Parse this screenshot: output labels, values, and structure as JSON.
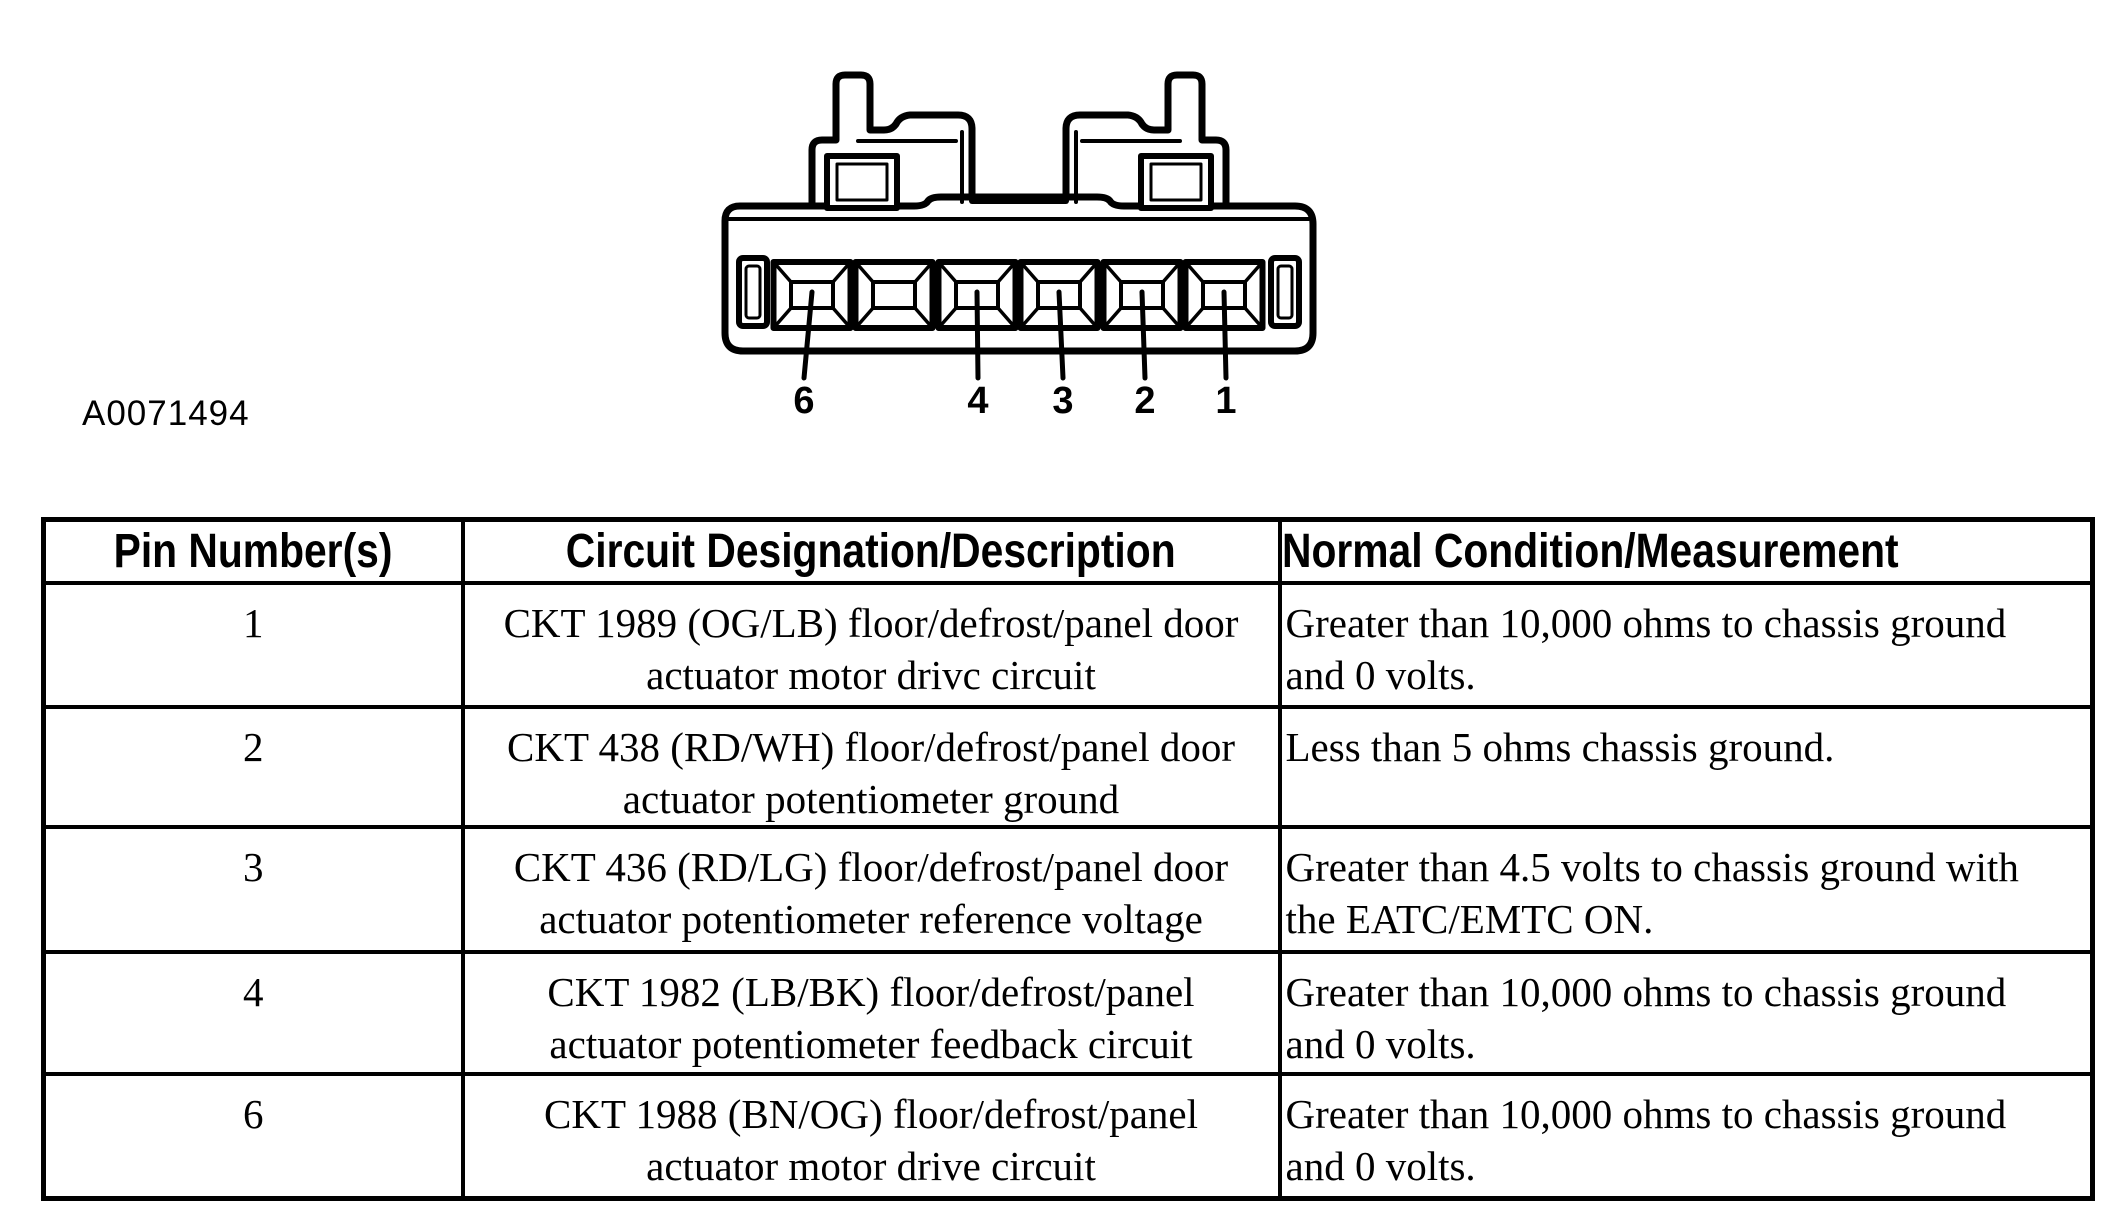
{
  "figure": {
    "id_label": "A0071494",
    "connector": {
      "pin_labels": [
        "6",
        "4",
        "3",
        "2",
        "1"
      ],
      "cavity_count": 6
    }
  },
  "table": {
    "headers": {
      "pin": "Pin Number(s)",
      "circuit": "Circuit Designation/Description",
      "normal": "Normal Condition/Measurement"
    },
    "rows": [
      {
        "pin": "1",
        "circuit": "CKT 1989 (OG/LB) floor/defrost/panel door\nactuator motor drivc circuit",
        "normal": "Greater than 10,000 ohms to chassis ground\nand 0 volts."
      },
      {
        "pin": "2",
        "circuit": "CKT 438 (RD/WH) floor/defrost/panel door\nactuator potentiometer ground",
        "normal": "Less than 5 ohms chassis ground."
      },
      {
        "pin": "3",
        "circuit": "CKT 436 (RD/LG) floor/defrost/panel door\nactuator potentiometer reference voltage",
        "normal": "Greater than 4.5 volts to chassis ground with\nthe EATC/EMTC ON."
      },
      {
        "pin": "4",
        "circuit": "CKT 1982 (LB/BK) floor/defrost/panel\nactuator potentiometer feedback circuit",
        "normal": "Greater than 10,000 ohms to chassis ground\nand 0 volts."
      },
      {
        "pin": "6",
        "circuit": "CKT 1988 (BN/OG) floor/defrost/panel\nactuator motor drive circuit",
        "normal": "Greater than 10,000 ohms to chassis ground\nand 0 volts."
      }
    ]
  },
  "colors": {
    "ink": "#000000",
    "paper": "#ffffff"
  }
}
